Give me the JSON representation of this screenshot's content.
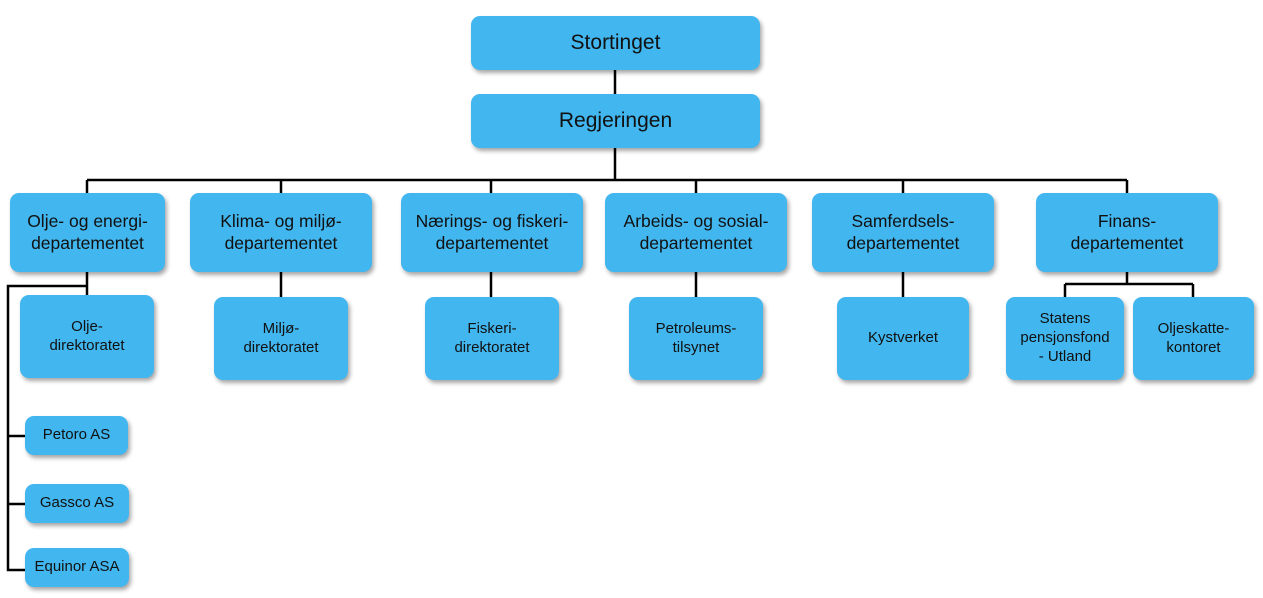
{
  "org": {
    "parliament": "Stortinget",
    "government": "Regjeringen",
    "ministries": [
      {
        "label": "Olje- og energi-\ndepartementet",
        "children": [
          "Olje-\ndirektoratet"
        ],
        "companies": [
          "Petoro AS",
          "Gassco AS",
          "Equinor ASA"
        ]
      },
      {
        "label": "Klima- og miljø-\ndepartementet",
        "children": [
          "Miljø-\ndirektoratet"
        ]
      },
      {
        "label": "Nærings- og fiskeri-\ndepartementet",
        "children": [
          "Fiskeri-\ndirektoratet"
        ]
      },
      {
        "label": "Arbeids- og sosial-\ndepartementet",
        "children": [
          "Petroleums-\ntilsynet"
        ]
      },
      {
        "label": "Samferdsels-\ndepartementet",
        "children": [
          "Kystverket"
        ]
      },
      {
        "label": "Finans-\ndepartementet",
        "children": [
          "Statens\npensjonsfond\n- Utland",
          "Oljeskatte-\nkontoret"
        ]
      }
    ]
  },
  "colors": {
    "box_fill": "#41b6ef",
    "connector": "#000000"
  }
}
